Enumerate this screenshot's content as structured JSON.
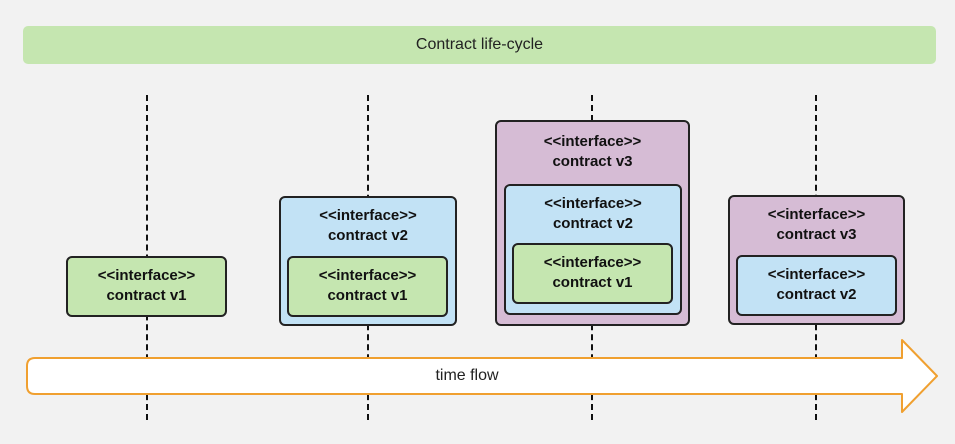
{
  "banner": {
    "title": "Contract life-cycle"
  },
  "arrow": {
    "label": "time flow"
  },
  "stages": [
    {
      "inner": {
        "line1": "<<interface>>",
        "line2": "contract v1"
      }
    },
    {
      "outer": {
        "line1": "<<interface>>",
        "line2": "contract v2"
      },
      "inner": {
        "line1": "<<interface>>",
        "line2": "contract v1"
      }
    },
    {
      "outer": {
        "line1": "<<interface>>",
        "line2": "contract v3"
      },
      "middle": {
        "line1": "<<interface>>",
        "line2": "contract v2"
      },
      "inner": {
        "line1": "<<interface>>",
        "line2": "contract v1"
      }
    },
    {
      "outer": {
        "line1": "<<interface>>",
        "line2": "contract v3"
      },
      "inner": {
        "line1": "<<interface>>",
        "line2": "contract v2"
      }
    }
  ],
  "colors": {
    "green": "#c5e6b0",
    "blue": "#c2e2f5",
    "purple": "#d6bcd5",
    "arrow_border": "#f0a030",
    "background": "#f2f2f2"
  }
}
